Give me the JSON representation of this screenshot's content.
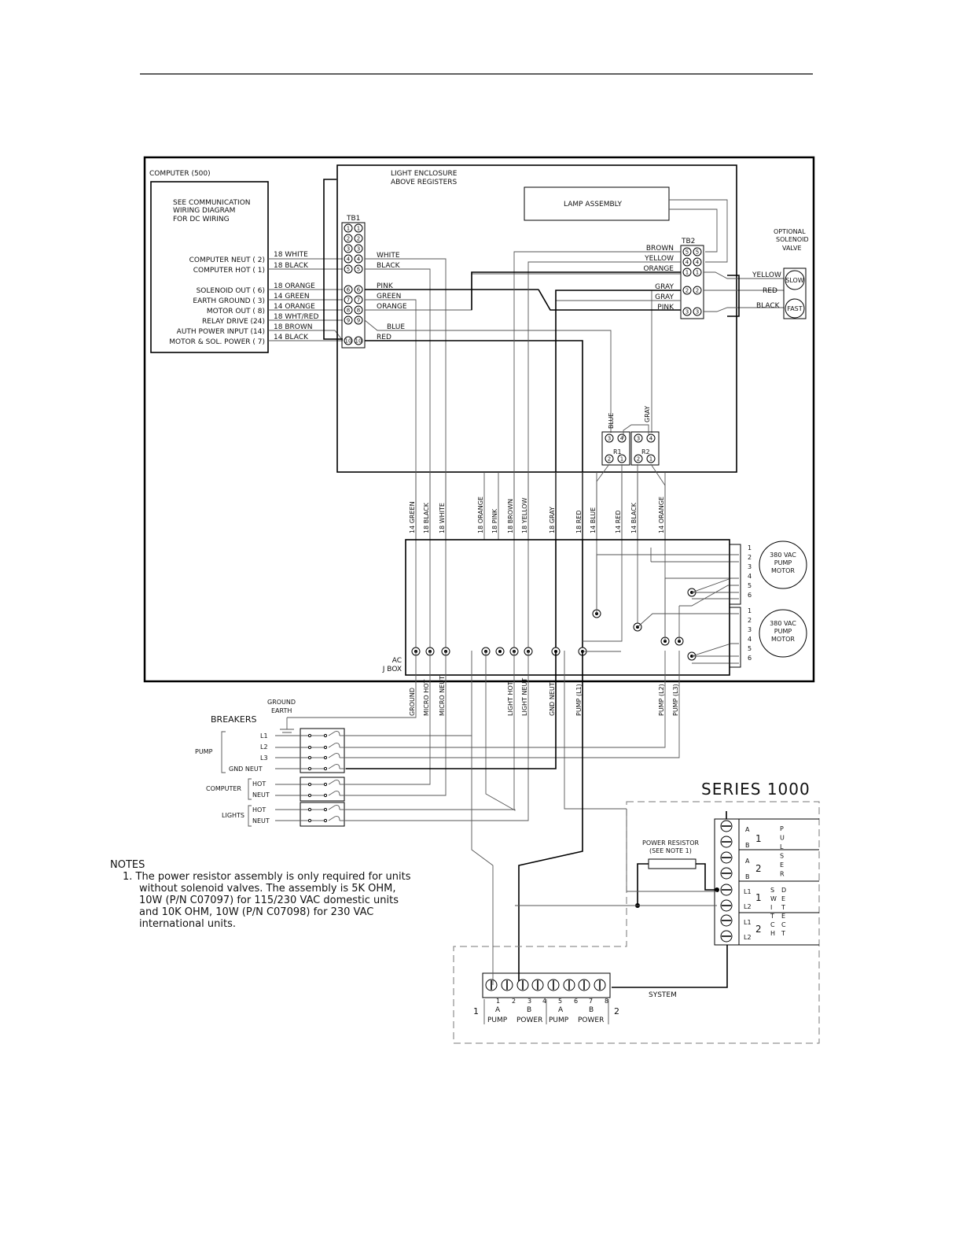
{
  "computer": {
    "title": "COMPUTER (500)",
    "note_lines": [
      "SEE COMMUNICATION",
      "WIRING DIAGRAM",
      "FOR DC WIRING"
    ],
    "signals": [
      "COMPUTER NEUT ( 2)",
      "COMPUTER HOT ( 1)",
      "SOLENOID OUT ( 6)",
      "EARTH GROUND ( 3)",
      "MOTOR OUT ( 8)",
      "RELAY DRIVE (24)",
      "AUTH POWER INPUT (14)",
      "MOTOR & SOL. POWER ( 7)"
    ],
    "wires": [
      "18 WHITE",
      "18 BLACK",
      "18 ORANGE",
      "14 GREEN",
      "14 ORANGE",
      "18 WHT/RED",
      "18 BROWN",
      "14 BLACK"
    ]
  },
  "light_enclosure": {
    "title_lines": [
      "LIGHT ENCLOSURE",
      "ABOVE REGISTERS"
    ],
    "lamp_assembly": "LAMP ASSEMBLY"
  },
  "tb1": {
    "label": "TB1",
    "terminals": [
      "1",
      "2",
      "3",
      "4",
      "5",
      "6",
      "7",
      "8",
      "9",
      "10"
    ],
    "right_wires": [
      "WHITE",
      "BLACK",
      "PINK",
      "GREEN",
      "ORANGE",
      "BLUE",
      "RED"
    ]
  },
  "tb2": {
    "label": "TB2",
    "terminals": [
      "5",
      "4",
      "1",
      "2",
      "3"
    ],
    "left_wires": [
      "BROWN",
      "YELLOW",
      "ORANGE",
      "GRAY",
      "GRAY",
      "PINK"
    ]
  },
  "solenoid": {
    "title_lines": [
      "OPTIONAL",
      "SOLENOID",
      "VALVE"
    ],
    "wires": [
      "YELLOW",
      "RED",
      "BLACK"
    ],
    "slow": "SLOW",
    "fast": "FAST"
  },
  "relays": {
    "r1": "R1",
    "r2": "R2",
    "blue": "BLUE",
    "gray": "GRAY",
    "pins": [
      "3",
      "4",
      "2",
      "1"
    ]
  },
  "vertical_wires": [
    "14 GREEN",
    "18 BLACK",
    "18 WHITE",
    "18 ORANGE",
    "18 PINK",
    "18 BROWN",
    "18 YELLOW",
    "18 GRAY",
    "18 RED",
    "14 BLUE",
    "14 RED",
    "14 BLACK",
    "14 ORANGE"
  ],
  "jbox": {
    "line1": "AC",
    "line2": "J BOX"
  },
  "motors": {
    "label_lines": [
      "380 VAC",
      "PUMP",
      "MOTOR"
    ],
    "pins": [
      "1",
      "2",
      "3",
      "4",
      "5",
      "6"
    ]
  },
  "lower_wires": [
    "GROUND",
    "MICRO HOT",
    "MICRO NEUT",
    "LIGHT HOT",
    "LIGHT NEUT",
    "GND NEUT",
    "PUMP (L1)",
    "PUMP (L2)",
    "PUMP (L3)"
  ],
  "ground": {
    "line1": "GROUND",
    "line2": "EARTH"
  },
  "breakers": {
    "title": "BREAKERS",
    "pump": "PUMP",
    "pump_lines": [
      "L1",
      "L2",
      "L3",
      "GND NEUT"
    ],
    "computer": "COMPUTER",
    "computer_lines": [
      "HOT",
      "NEUT"
    ],
    "lights": "LIGHTS",
    "lights_lines": [
      "HOT",
      "NEUT"
    ]
  },
  "series": {
    "title": "SERIES 1000",
    "power_resistor": [
      "POWER RESISTOR",
      "(SEE NOTE 1)"
    ],
    "pulser_terminals": [
      "A",
      "B",
      "A",
      "B"
    ],
    "pulser_groups": [
      "1",
      "2"
    ],
    "pulser_word": "PULSER",
    "switch_terminals": [
      "L1",
      "L2",
      "L1",
      "L2"
    ],
    "switch_groups": [
      "1",
      "2"
    ],
    "switch_word": "SWITCH",
    "detect_word": "DETECT",
    "system": "SYSTEM",
    "strip_numbers": [
      "1",
      "2",
      "3",
      "4",
      "5",
      "6",
      "7",
      "8"
    ],
    "strip_side_left": "1",
    "strip_side_right": "2",
    "strip_letters": [
      "A",
      "B",
      "A",
      "B"
    ],
    "strip_words": [
      "PUMP",
      "POWER",
      "PUMP",
      "POWER"
    ]
  },
  "notes": {
    "title": "NOTES",
    "lines": [
      "1. The power resistor assembly is only required for units",
      "without solenoid valves.  The assembly is 5K OHM,",
      "10W (P/N C07097) for 115/230 VAC domestic units",
      "and 10K OHM, 10W (P/N C07098) for 230 VAC",
      "international units."
    ]
  }
}
